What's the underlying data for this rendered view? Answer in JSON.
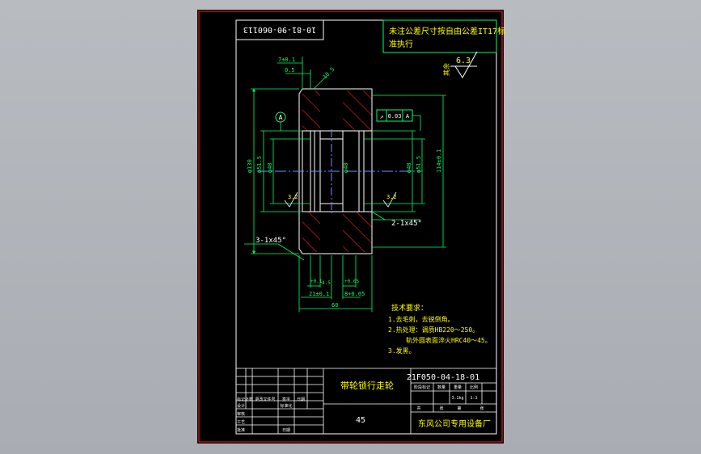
{
  "colors": {
    "background": "#b1b5ba",
    "sheet": "#000000",
    "frame": "#ff2020",
    "border": "#ffffff",
    "geometry": "#ffffff",
    "dimension": "#00ff66",
    "note_text": "#ffff00",
    "hatch": "#ff2020",
    "centerline": "#6f8fff"
  },
  "drawing": {
    "code_box": "10-81-90-060113",
    "tolerance_note": "未注公差尺寸按自由公差IT17标准执行",
    "tolerance_note_line1": "未注公差尺寸按自由公差IT17标",
    "tolerance_note_line2": "准执行",
    "roughness_other": "6.3",
    "roughness_other_prefix": "其余",
    "datum": "A",
    "gtol_symbol": "↗",
    "gtol_value": "0.03",
    "gtol_datum": "A",
    "dims": {
      "d_top_1": "7±0.1",
      "d_top_2": "0.5",
      "d_chamfer": "10.5",
      "d_dia_outer": "φ130",
      "d_dia_left1": "φ51.5",
      "d_dia_left2": "φ48",
      "d_dia_mid": "φ40",
      "d_dia_right1": "φ48",
      "d_dia_right2": "φ51.5",
      "d_dia_right3": "114±0.1",
      "ra_left": "3.2",
      "ra_right": "3.2",
      "chamfer_right": "2-1x45°",
      "chamfer_left": "3-1x45°",
      "d_bot_1": "+0.1",
      "d_bot_2": "+0.05",
      "d_bot_3": "21±0.1",
      "d_bot_4": "4.5",
      "d_bot_5": "8+0.05",
      "d_bot_6": "60"
    },
    "tech_req": {
      "title": "技术要求：",
      "items": [
        "1.去毛刺，去锐倒角。",
        "2.热处理：调质HB220～250。",
        "轨外圆表面淬火HRC40～45。",
        "3.发黑。"
      ]
    }
  },
  "title_block": {
    "part_name": "带轮锁行走轮",
    "drawing_no": "21F050-04-18-01",
    "material": "45",
    "company": "东风公司专用设备厂",
    "header_cells": [
      "标记",
      "处数",
      "更改文件号",
      "签字",
      "日期"
    ],
    "row_labels": [
      "设计",
      "审核",
      "工艺",
      "批准"
    ],
    "standardization": "标准化",
    "date_label": "日期",
    "stage_headers": [
      "阶段标记",
      "数量",
      "重量",
      "比例"
    ],
    "weight": "3.1kg",
    "scale": "1:1",
    "sheet_info": [
      "共",
      "张",
      "第",
      "张"
    ]
  }
}
